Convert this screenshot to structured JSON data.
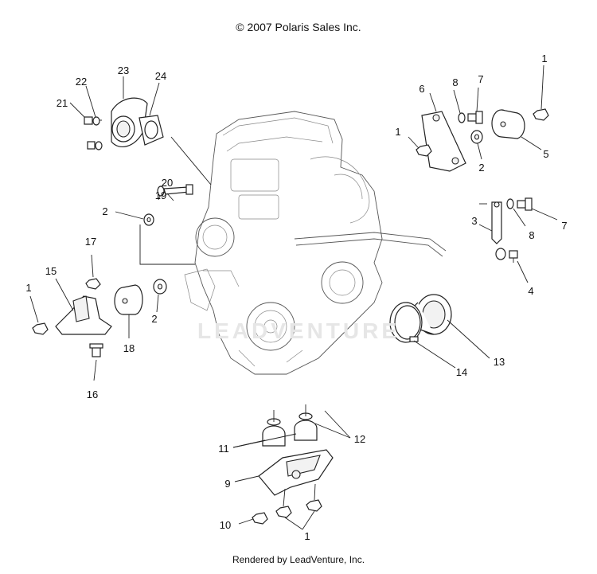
{
  "header": {
    "copyright": "© 2007 Polaris Sales Inc."
  },
  "footer": {
    "rendered_by": "Rendered by LeadVenture, Inc."
  },
  "watermark": {
    "text": "LEADVENTURE"
  },
  "callouts": {
    "c1a": "1",
    "c1b": "1",
    "c1c": "1",
    "c1d": "1",
    "c2a": "2",
    "c2b": "2",
    "c2c": "2",
    "c3": "3",
    "c4": "4",
    "c5": "5",
    "c6": "6",
    "c7a": "7",
    "c7b": "7",
    "c8a": "8",
    "c8b": "8",
    "c9": "9",
    "c10": "10",
    "c11": "11",
    "c12": "12",
    "c13": "13",
    "c14": "14",
    "c15": "15",
    "c16": "16",
    "c17": "17",
    "c18": "18",
    "c19": "19",
    "c20": "20",
    "c21": "21",
    "c22": "22",
    "c23": "23",
    "c24": "24"
  }
}
